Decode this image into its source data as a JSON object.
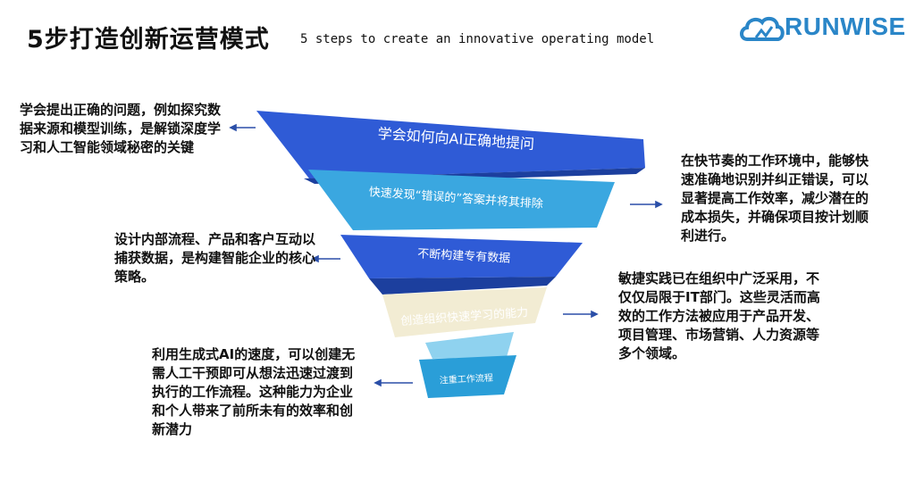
{
  "header": {
    "title_cn": "5步打造创新运营模式",
    "title_en": "5 steps to create an innovative operating model"
  },
  "logo": {
    "text": "RUNWISE"
  },
  "colors": {
    "band1": "#2f5bd6",
    "band2": "#3aa7e0",
    "band3": "#2f5bd6",
    "band4": "#f2ecd3",
    "band5": "#2a9ed8",
    "arrow": "#2b4fa8"
  },
  "funnel": {
    "steps": [
      {
        "label": "学会如何向AI正确地提问"
      },
      {
        "label": "快速发现“错误的”答案并将其排除"
      },
      {
        "label": "不断构建专有数据"
      },
      {
        "label": "创造组织快速学习的能力"
      },
      {
        "label": "注重工作流程"
      }
    ]
  },
  "descriptions": {
    "d1": "学会提出正确的问题，例如探究数据来源和模型训练，是解锁深度学习和人工智能领域秘密的关键",
    "d2": "在快节奏的工作环境中，能够快速准确地识别并纠正错误，可以显著提高工作效率，减少潜在的成本损失，并确保项目按计划顺利进行。",
    "d3": "设计内部流程、产品和客户互动以捕获数据，是构建智能企业的核心策略。",
    "d4": "敏捷实践已在组织中广泛采用，不仅仅局限于IT部门。这些灵活而高效的工作方法被应用于产品开发、项目管理、市场营销、人力资源等多个领域。",
    "d5": "利用生成式AI的速度，可以创建无需人工干预即可从想法迅速过渡到执行的工作流程。这种能力为企业和个人带来了前所未有的效率和创新潜力"
  }
}
